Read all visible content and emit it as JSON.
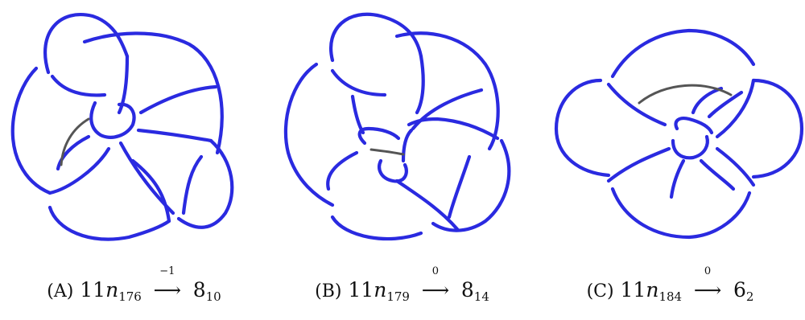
{
  "colors": {
    "strand": "#2a2ae0",
    "arc": "#555555"
  },
  "panels": [
    {
      "letter": "(A)",
      "knot_base": "11",
      "knot_var": "n",
      "knot_sub": "176",
      "arrow_label": "−1",
      "arrow_glyph": "⟶",
      "target_base": "8",
      "target_sub": "10"
    },
    {
      "letter": "(B)",
      "knot_base": "11",
      "knot_var": "n",
      "knot_sub": "179",
      "arrow_label": "0",
      "arrow_glyph": "⟶",
      "target_base": "8",
      "target_sub": "14"
    },
    {
      "letter": "(C)",
      "knot_base": "11",
      "knot_var": "n",
      "knot_sub": "184",
      "arrow_label": "0",
      "arrow_glyph": "⟶",
      "target_base": "6",
      "target_sub": "2"
    }
  ]
}
